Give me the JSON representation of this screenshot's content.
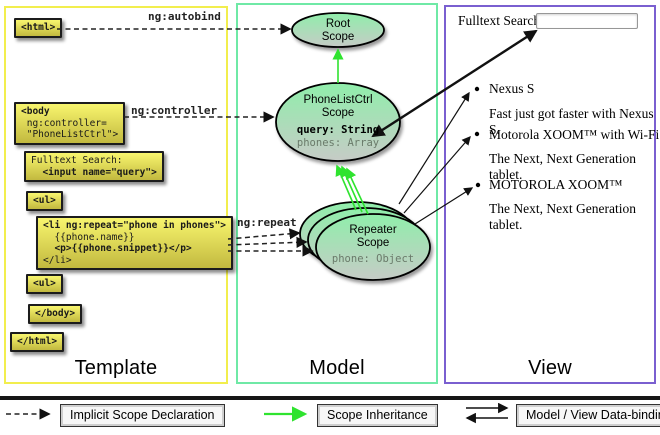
{
  "panels": {
    "template": {
      "label": "Template"
    },
    "model": {
      "label": "Model"
    },
    "view": {
      "label": "View"
    }
  },
  "template_boxes": [
    {
      "lines": [
        "<html>"
      ]
    },
    {
      "lines": [
        "<body",
        " ng:controller=",
        " \"PhoneListCtrl\">"
      ]
    },
    {
      "lines": [
        "Fulltext Search:",
        "  <input name=\"query\">"
      ]
    },
    {
      "lines": [
        "<ul>"
      ]
    },
    {
      "lines": [
        "<li ng:repeat=\"phone in phones\">",
        "  {{phone.name}}",
        "  <p>{{phone.snippet}}</p>",
        "</li>"
      ]
    },
    {
      "lines": [
        "<ul>"
      ]
    },
    {
      "lines": [
        "</body>"
      ]
    },
    {
      "lines": [
        "</html>"
      ]
    }
  ],
  "edge_labels": {
    "autobind": "ng:autobind",
    "controller": "ng:controller",
    "repeat": "ng:repeat"
  },
  "scopes": {
    "root": {
      "line1": "Root",
      "line2": "Scope"
    },
    "phonelist": {
      "line1": "PhoneListCtrl",
      "line2": "Scope",
      "prop1": "query: String",
      "prop2": "phones: Array"
    },
    "repeater": {
      "line1": "Repeater",
      "line2": "Scope",
      "prop1": "phone: Object"
    }
  },
  "view": {
    "search_label": "Fulltext Search:",
    "search_value": "",
    "items": [
      {
        "title": "Nexus S",
        "desc": "Fast just got faster with Nexus S."
      },
      {
        "title": "Motorola XOOM™  with Wi-Fi",
        "desc": "The Next, Next Generation tablet."
      },
      {
        "title": "MOTOROLA XOOM™",
        "desc": "The Next, Next Generation tablet."
      }
    ]
  },
  "legend": {
    "implicit": "Implicit Scope Declaration",
    "inheritance": "Scope Inheritance",
    "binding": "Model / View Data-binding"
  },
  "colors": {
    "template_border": "#f2ee4e",
    "model_border": "#6fe9a6",
    "view_border": "#7a5fd0",
    "scope_arrow_green": "#2fe32f",
    "codebox_top": "#f8f56e",
    "codebox_bottom": "#c2b93f",
    "ellipse_top": "#90eeab",
    "ellipse_bottom": "#c6cbc6"
  }
}
